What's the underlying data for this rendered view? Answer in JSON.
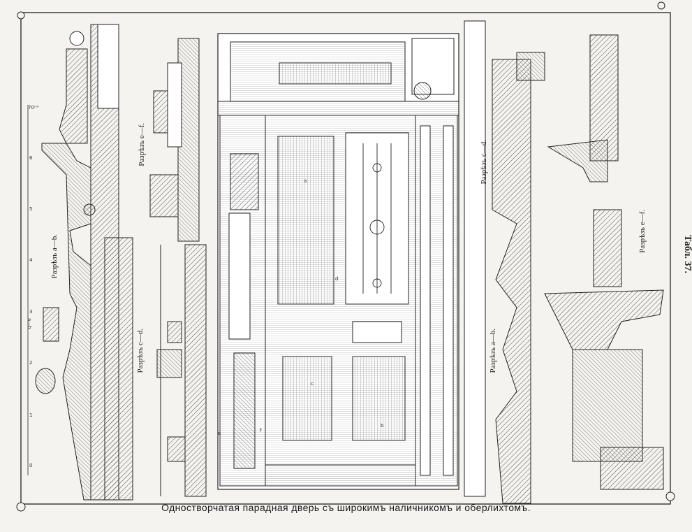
{
  "plate_label": "Табл. 37.",
  "caption": "Одностворчатая парадная дверь съ широкимъ наличникомъ и оберлихтомъ.",
  "section_labels": {
    "left_ab": "Разрѣзъ a—b.",
    "left_ef": "Разрѣзъ e—f.",
    "left_cd": "Разрѣзъ c—d.",
    "right_cd": "Разрѣзъ c—d.",
    "right_ab": "Разрѣзъ a—b.",
    "right_ef": "Разрѣзъ e—f."
  },
  "scale_marks": [
    "70ᶜᵐ",
    "6",
    "5",
    "4",
    "3",
    "2",
    "1",
    "0"
  ],
  "small_labels": {
    "ab_inset": "a—b",
    "door_a": "a",
    "door_b": "b",
    "door_c": "c",
    "door_d": "d",
    "door_e": "e",
    "door_f": "f"
  },
  "colors": {
    "paper": "#f4f3ef",
    "ink": "#1a1a1a",
    "hatch": "#555555"
  }
}
